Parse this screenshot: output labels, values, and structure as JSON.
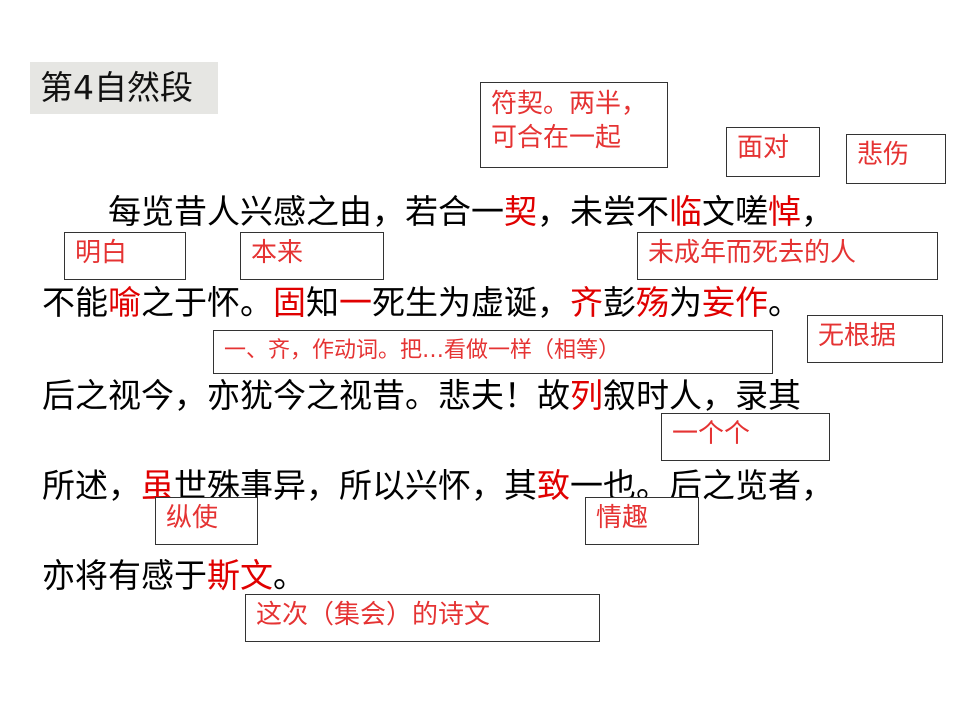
{
  "section_tag": "第4自然段",
  "lines": [
    [
      "　　每览昔人兴感之由，若合一",
      {
        "t": "契",
        "h": true
      },
      "，未尝不",
      {
        "t": "临",
        "h": true
      },
      "文嗟",
      {
        "t": "悼",
        "h": true
      },
      "，"
    ],
    [
      "不能",
      {
        "t": "喻",
        "h": true
      },
      "之于怀。",
      {
        "t": "固",
        "h": true
      },
      "知",
      {
        "t": "一",
        "h": true
      },
      "死生为虚诞，",
      {
        "t": "齐",
        "h": true
      },
      "彭",
      {
        "t": "殇",
        "h": true
      },
      "为",
      {
        "t": "妄作",
        "h": true
      },
      "。"
    ],
    [
      "后之视今，亦犹今之视昔。悲夫！故",
      {
        "t": "列",
        "h": true
      },
      "叙时人，录其"
    ],
    [
      "所述，",
      {
        "t": "虽",
        "h": true
      },
      "世殊事异，所以兴怀，其",
      {
        "t": "致",
        "h": true
      },
      "一也。后之览者，"
    ],
    [
      "亦将有感于",
      {
        "t": "斯文",
        "h": true
      },
      "。"
    ]
  ],
  "notes": {
    "qi": "符契。两半，可合在一起",
    "lin": "面对",
    "dao": "悲伤",
    "yu": "明白",
    "gu": "本来",
    "shang": "未成年而死去的人",
    "yi_qi": "一、齐，作动词。把…看做一样（相等）",
    "wangzuo": "无根据",
    "lie": "一个个",
    "sui": "纵使",
    "zhi": "情趣",
    "siwen": "这次（集会）的诗文"
  }
}
